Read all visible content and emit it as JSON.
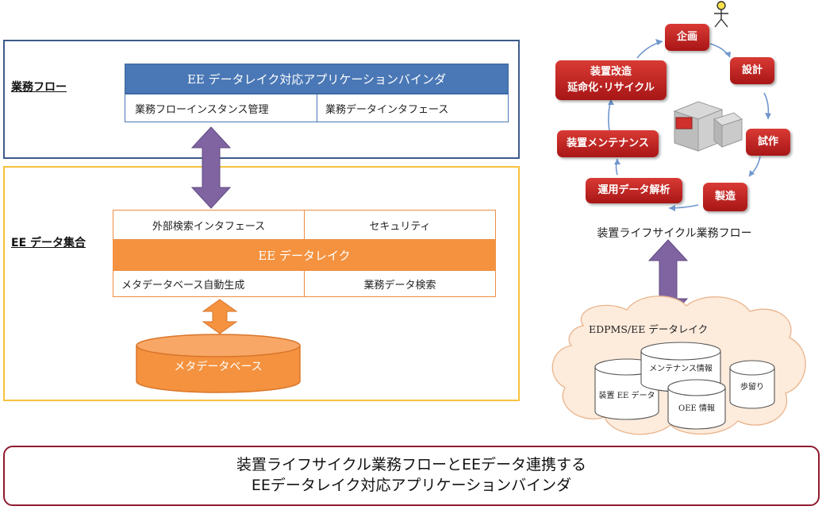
{
  "left": {
    "business_flow_label": "業務フロー",
    "ee_collection_label": "EE データ集合",
    "binder_title": "EE データレイク対応アプリケーションバインダ",
    "binder_cells": [
      "業務フローインスタンス管理",
      "業務データインタフェース"
    ],
    "lake_top_cells": [
      "外部検索インタフェース",
      "セキュリティ"
    ],
    "lake_title": "EE データレイク",
    "lake_bottom_cells": [
      "メタデータベース自動生成",
      "業務データ検索"
    ],
    "metadb_label": "メタデータベース"
  },
  "right": {
    "flow_nodes": {
      "plan": "企画",
      "design": "設計",
      "prototype": "試作",
      "manufacture": "製造",
      "analysis": "運用データ解析",
      "maintenance": "装置メンテナンス",
      "renovation_line1": "装置改造",
      "renovation_line2": "延命化･リサイクル"
    },
    "flow_caption": "装置ライフサイクル業務フロー",
    "cloud_title": "EDPMS/EE データレイク",
    "cylinders": {
      "device_ee": "装置 EE データ",
      "maintenance_info": "メンテナンス情報",
      "oee_info": "OEE 情報",
      "yield": "歩留り"
    }
  },
  "footer": {
    "line1": "装置ライフサイクル業務フローとEEデータ連携する",
    "line2": "EEデータレイク対応アプリケーションバインダ"
  },
  "colors": {
    "binder_blue": "#4a78b6",
    "lake_orange": "#f4923f",
    "arrow_purple": "#8064a2",
    "node_red": "#c0262a",
    "frame_yellow": "#f6c23c",
    "frame_blue": "#3d5a8a",
    "footer_border": "#8e1b2e"
  }
}
